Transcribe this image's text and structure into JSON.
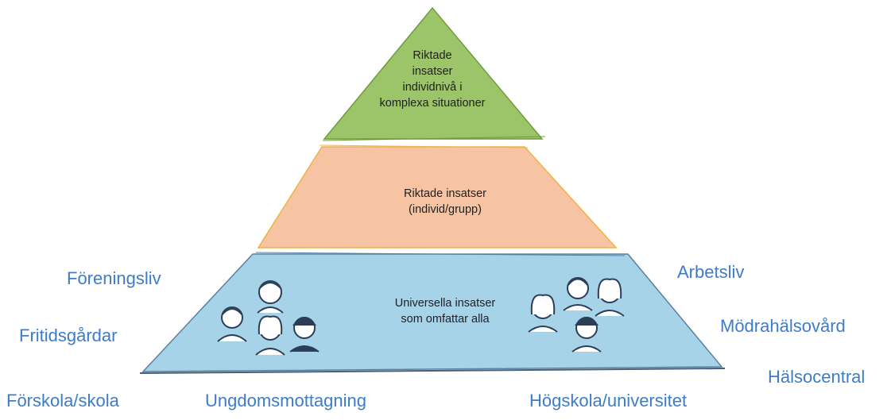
{
  "pyramid": {
    "top": {
      "lines": [
        "Riktade",
        "insatser",
        "individnivå i",
        "komplexa situationer"
      ],
      "fill": "#9cc56a"
    },
    "middle": {
      "lines": [
        "Riktade insatser",
        "(individ/grupp)"
      ],
      "fill": "#f7c4a3"
    },
    "bottom": {
      "lines": [
        "Universella insatser",
        "som omfattar alla"
      ],
      "fill": "#a7d3e9"
    }
  },
  "labels": {
    "foreningsliv": "Föreningsliv",
    "fritidsgardar": "Fritidsgårdar",
    "forskola": "Förskola/skola",
    "ungdomsmottagning": "Ungdomsmottagning",
    "hogskola": "Högskola/universitet",
    "halsocentral": "Hälsocentral",
    "modrahalsovard": "Mödrahälsovård",
    "arbetsliv": "Arbetsliv"
  },
  "colors": {
    "label_text": "#3d7cc9",
    "outline": "#3a4a5a"
  },
  "icons": [
    "person-icon-group-left",
    "person-icon-group-right"
  ]
}
